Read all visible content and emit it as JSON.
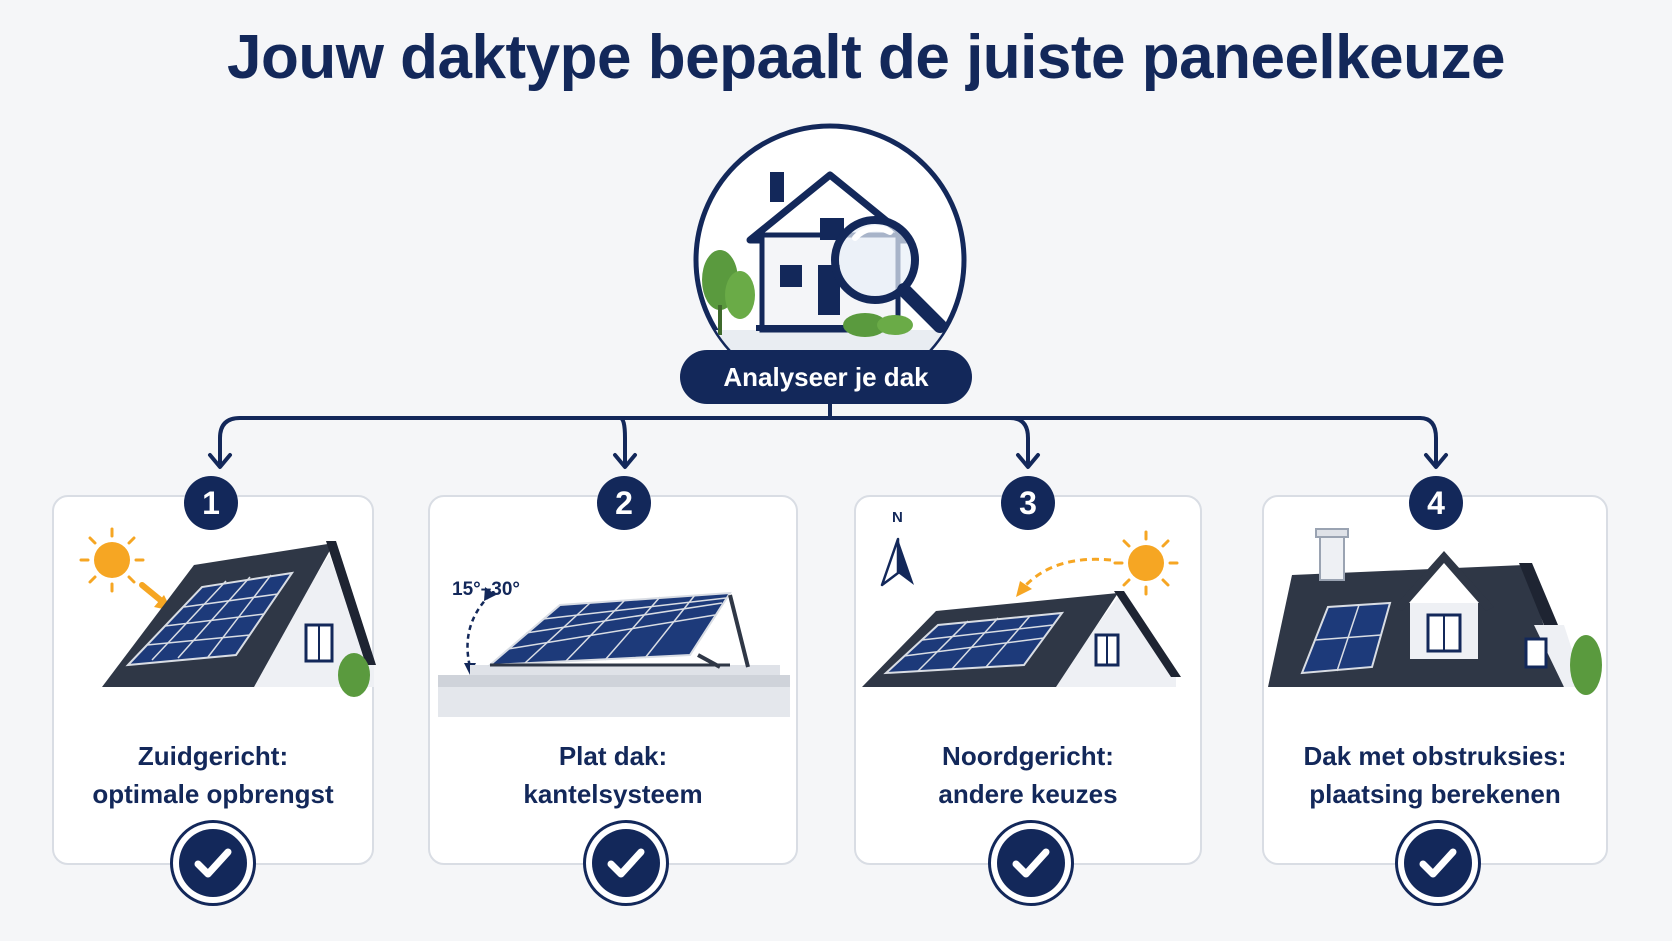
{
  "title": "Jouw daktype bepaalt de juiste paneelkeuze",
  "hub_label": "Analyseer je dak",
  "colors": {
    "navy": "#13285a",
    "sun": "#f6a623",
    "panel": "#1d3a7a",
    "roof": "#2f3746",
    "wall": "#eef0f4",
    "tree": "#5a9a3e"
  },
  "cards": [
    {
      "number": "1",
      "line1": "Zuidgericht:",
      "line2": "optimale opbrengst"
    },
    {
      "number": "2",
      "line1": "Plat dak:",
      "line2": "kantelsysteem",
      "angle_label": "15°–30°"
    },
    {
      "number": "3",
      "line1": "Noordgericht:",
      "line2": "andere keuzes",
      "compass_label": "N"
    },
    {
      "number": "4",
      "line1": "Dak met obstruksies:",
      "line2": "plaatsing berekenen"
    }
  ],
  "icons": {
    "hub": "house-magnifier-icon",
    "check": "checkmark-icon",
    "sun": "sun-icon",
    "compass": "compass-icon"
  }
}
